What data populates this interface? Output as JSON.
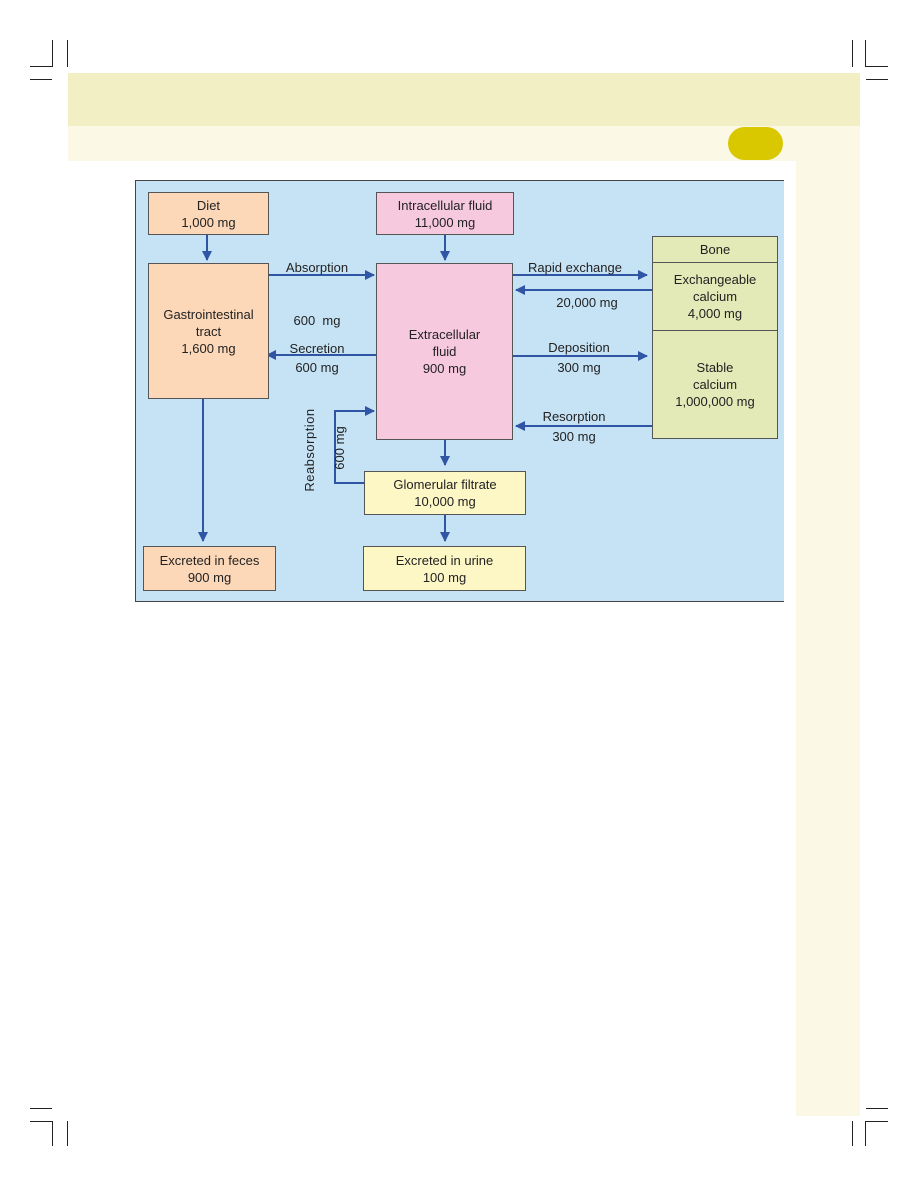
{
  "colors": {
    "header_band": "#f3efc5",
    "page_band": "#fbf8e6",
    "side_band": "#fbf8e6",
    "page_badge": "#d9c700",
    "diagram_bg": "#c6e3f6",
    "arrow": "#2f55a4",
    "orange_box": "#fcd8b8",
    "pink_box": "#f6c9df",
    "green_box": "#e3eab8",
    "yellow_box": "#fdf7c6"
  },
  "boxes": {
    "diet": [
      "Diet",
      "1,000 mg"
    ],
    "intracellular": [
      "Intracellular fluid",
      "11,000 mg"
    ],
    "gi_tract": [
      "Gastrointestinal",
      "tract",
      "1,600 mg"
    ],
    "extracellular": [
      "Extracellular",
      "fluid",
      "900 mg"
    ],
    "bone_header": "Bone",
    "exchangeable": [
      "Exchangeable",
      "calcium",
      "4,000 mg"
    ],
    "stable": [
      "Stable",
      "calcium",
      "1,000,000 mg"
    ],
    "glomerular": [
      "Glomerular filtrate",
      "10,000 mg"
    ],
    "feces": [
      "Excreted in feces",
      "900 mg"
    ],
    "urine": [
      "Excreted in urine",
      "100 mg"
    ]
  },
  "labels": {
    "absorption": [
      "Absorption",
      "600  mg"
    ],
    "secretion": [
      "Secretion",
      "600 mg"
    ],
    "rapid_exchange": "Rapid exchange",
    "rapid_return": "20,000 mg",
    "deposition": [
      "Deposition",
      "300 mg"
    ],
    "resorption": [
      "Resorption",
      "300 mg"
    ],
    "reabsorption": "Reabsorption",
    "reabsorption_amount": "600 mg"
  }
}
